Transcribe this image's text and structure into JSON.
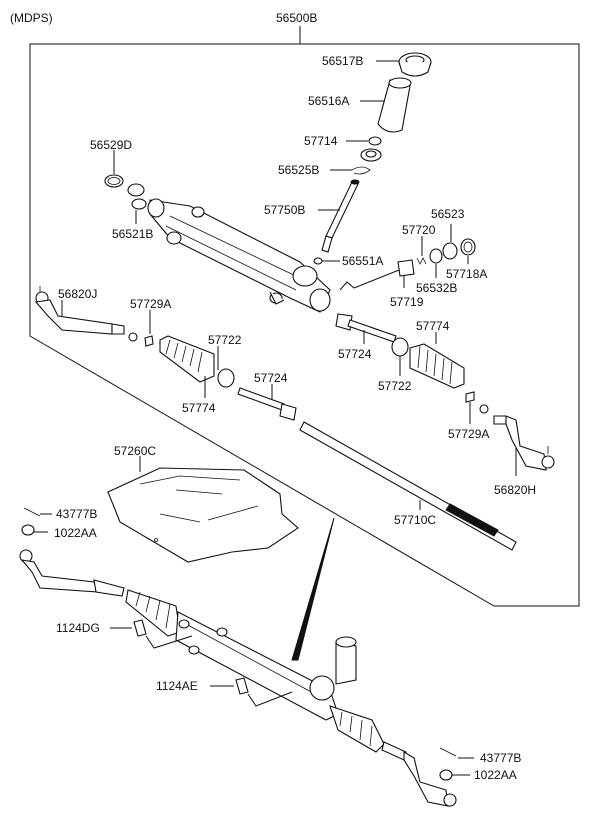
{
  "header": {
    "variant": "(MDPS)",
    "assembly": "56500B"
  },
  "parts": {
    "p56517B": "56517B",
    "p56516A": "56516A",
    "p57714": "57714",
    "p56525B": "56525B",
    "p57750B": "57750B",
    "p56551A": "56551A",
    "p56529D": "56529D",
    "p56521B": "56521B",
    "p57720": "57720",
    "p56523": "56523",
    "p57718A": "57718A",
    "p56532B": "56532B",
    "p57719": "57719",
    "p56820J": "56820J",
    "p57729A_l": "57729A",
    "p57722_l": "57722",
    "p57774_l": "57774",
    "p57724_l": "57724",
    "p57724_r": "57724",
    "p57774_r": "57774",
    "p57722_r": "57722",
    "p57729A_r": "57729A",
    "p56820H": "56820H",
    "p57710C": "57710C",
    "p57260C": "57260C",
    "p43777B_t": "43777B",
    "p1022AA_t": "1022AA",
    "p1124DG": "1124DG",
    "p1124AE": "1124AE",
    "p43777B_b": "43777B",
    "p1022AA_b": "1022AA"
  }
}
